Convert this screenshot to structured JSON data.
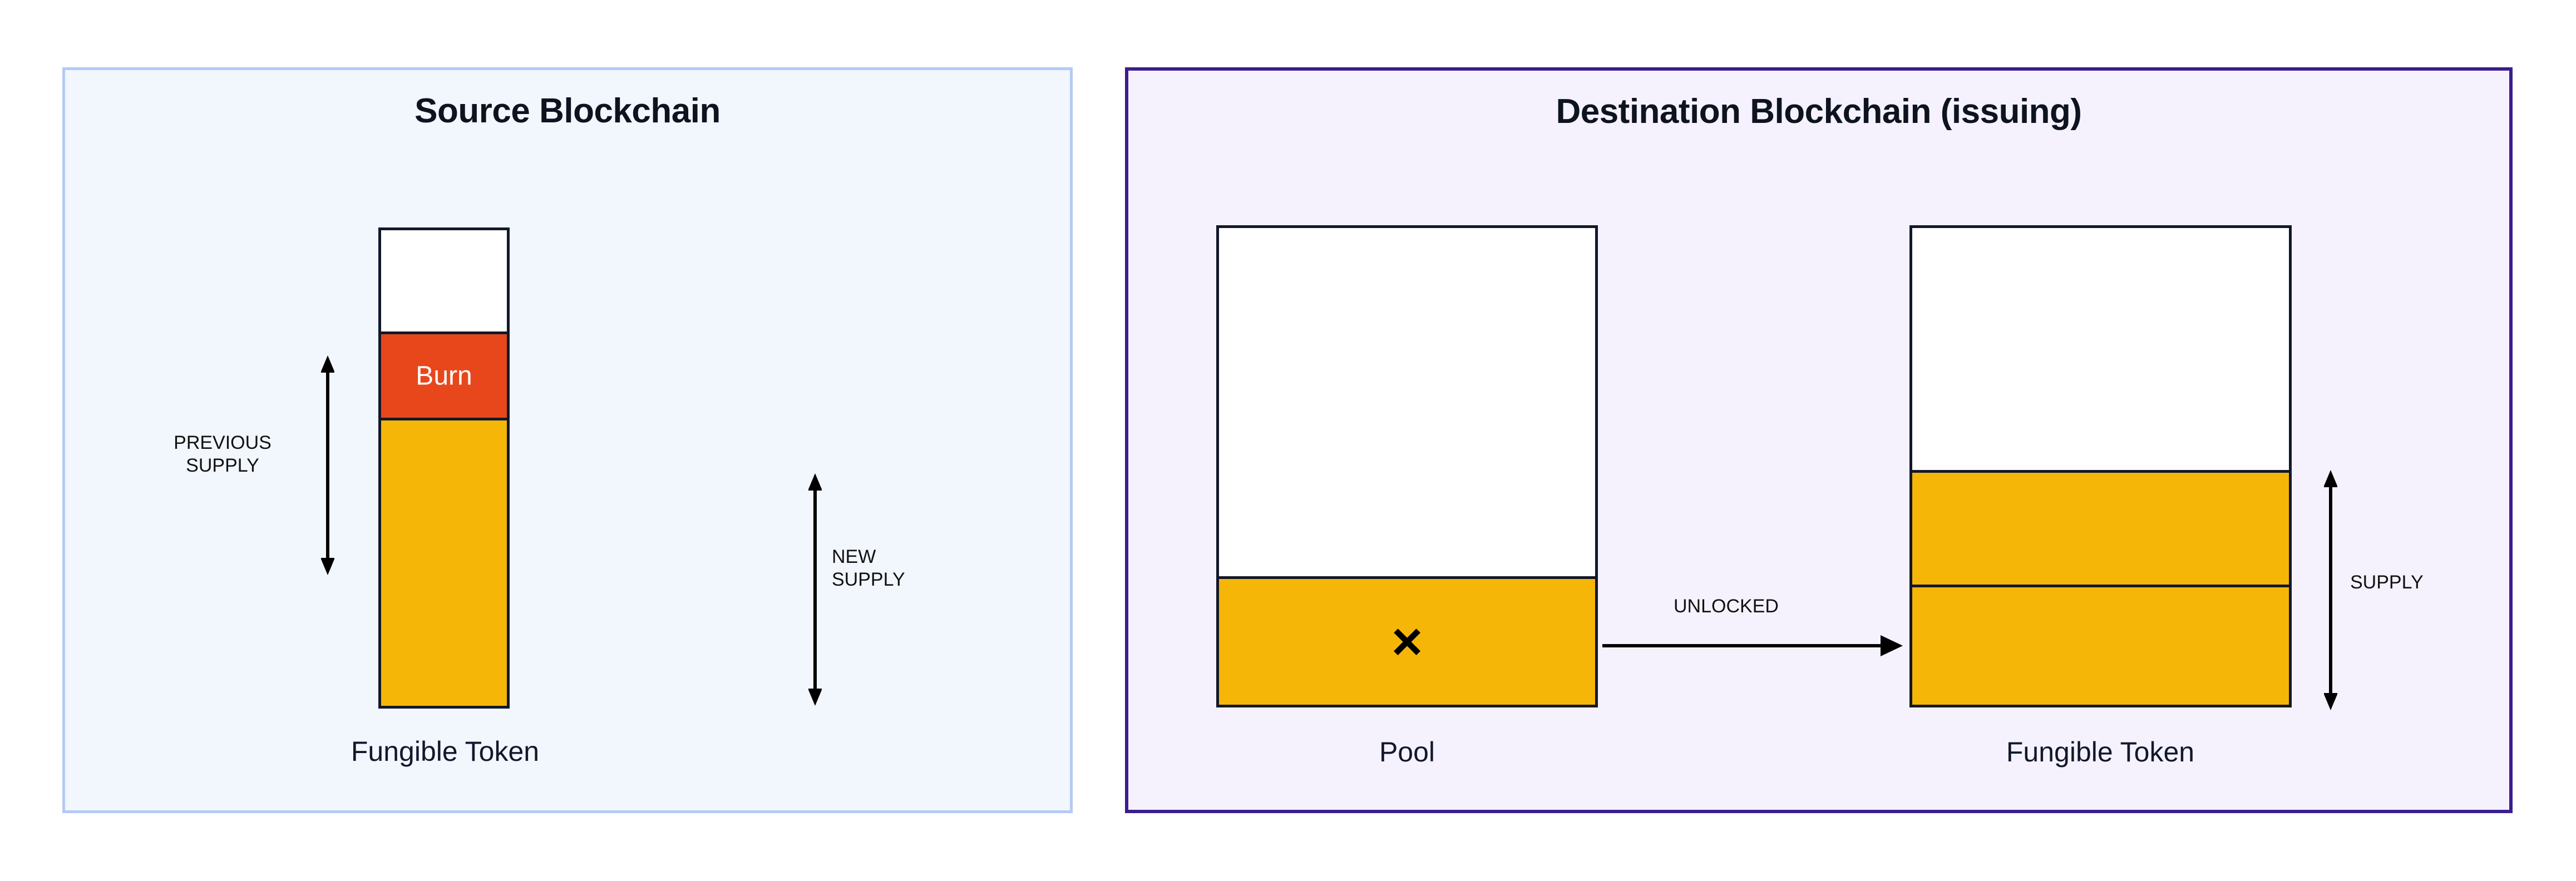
{
  "diagram": {
    "title_hidden": "",
    "panels": [
      {
        "id": "source",
        "title": "Source Blockchain",
        "accent": "#B3CAF6",
        "background": "#F2F6FD",
        "bars": [
          {
            "caption": "Fungible Token",
            "segments": [
              {
                "label": "",
                "color": "#FFFFFF",
                "name": "headroom"
              },
              {
                "label": "Burn",
                "color": "#E8471C",
                "name": "burn"
              },
              {
                "label": "",
                "color": "#F5B608",
                "name": "remaining-supply"
              }
            ]
          }
        ],
        "measures": [
          {
            "name": "previous-supply",
            "label": "PREVIOUS\nSUPPLY",
            "side": "left",
            "arrow": "double"
          },
          {
            "name": "new-supply",
            "label": "NEW\nSUPPLY",
            "side": "right",
            "arrow": "double"
          }
        ]
      },
      {
        "id": "destination",
        "title": "Destination Blockchain (issuing)",
        "accent": "#3B1D8F",
        "background": "#F5F2FE",
        "bars": [
          {
            "caption": "Pool",
            "marker": "×",
            "marker_name": "x-cross-icon",
            "segments": [
              {
                "label": "",
                "color": "#FFFFFF",
                "name": "empty"
              },
              {
                "label": "",
                "color": "#F5B608",
                "name": "pool-locked"
              }
            ]
          },
          {
            "caption": "Fungible Token",
            "segments": [
              {
                "label": "",
                "color": "#FFFFFF",
                "name": "headroom"
              },
              {
                "label": "",
                "color": "#F5B608",
                "name": "minted"
              },
              {
                "label": "",
                "color": "#F5B608",
                "name": "existing"
              }
            ]
          }
        ],
        "measures": [
          {
            "name": "supply",
            "label": "SUPPLY",
            "side": "right",
            "arrow": "double"
          }
        ],
        "flows": [
          {
            "name": "unlocked-flow",
            "label": "UNLOCKED",
            "direction": "right"
          }
        ]
      }
    ],
    "colors": {
      "token_amber": "#F5B608",
      "burn_red": "#E8471C",
      "stroke_dark": "#12182B",
      "source_border": "#B3CAF6",
      "source_bg": "#F2F6FD",
      "dest_border": "#3B1D8F",
      "dest_bg": "#F5F2FE",
      "text_dark": "#0E1320"
    }
  }
}
